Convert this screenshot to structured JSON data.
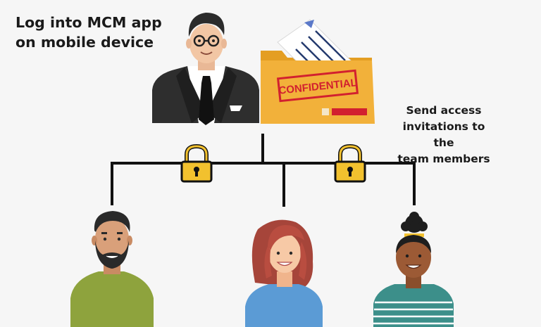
{
  "captions": {
    "login_line1": "Log into MCM app",
    "login_line2": "on mobile device",
    "invite_line1": "Send access",
    "invite_line2": "invitations to the",
    "invite_line3": "team members"
  },
  "folder": {
    "stamp_text": "CONFIDENTIAL"
  },
  "colors": {
    "background": "#f6f6f6",
    "folder": "#f2b13a",
    "stamp": "#d2202f",
    "lock_body": "#f2c12e",
    "connector": "#111111",
    "member_left_shirt": "#8ea33d",
    "member_center_shirt": "#5b9bd5",
    "member_right_shirt": "#3c8f8a"
  },
  "icons": {
    "manager": "businessman-avatar-icon",
    "document": "confidential-folder-icon",
    "lock_left": "padlock-icon",
    "lock_right": "padlock-icon",
    "member_left": "bearded-man-avatar-icon",
    "member_center": "red-haired-woman-avatar-icon",
    "member_right": "woman-with-bun-avatar-icon"
  }
}
